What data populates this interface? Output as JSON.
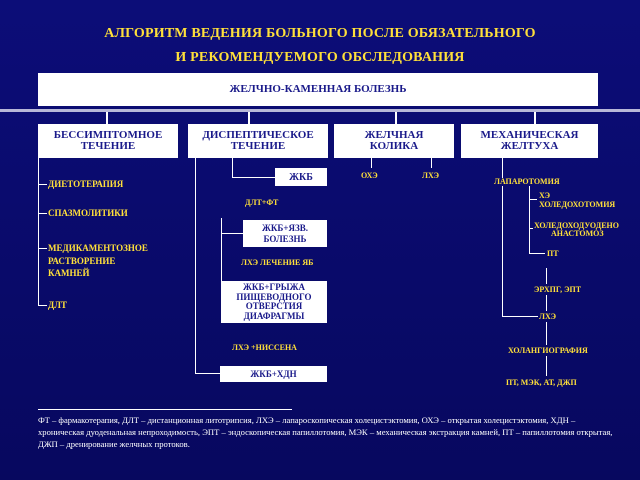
{
  "title": {
    "line1": "АЛГОРИТМ ВЕДЕНИЯ БОЛЬНОГО ПОСЛЕ ОБЯЗАТЕЛЬНОГО",
    "line2": "И РЕКОМЕНДУЕМОГО ОБСЛЕДОВАНИЯ"
  },
  "root": "ЖЕЛЧНО-КАМЕННАЯ БОЛЕЗНЬ",
  "categories": {
    "asymptomatic": {
      "line1": "БЕССИМПТОМНОЕ",
      "line2": "ТЕЧЕНИЕ"
    },
    "dyspeptic": {
      "line1": "ДИСПЕПТИЧЕСКОЕ",
      "line2": "ТЕЧЕНИЕ"
    },
    "colic": {
      "line1": "ЖЕЛЧНАЯ",
      "line2": "КОЛИКА"
    },
    "jaundice": {
      "line1": "МЕХАНИЧЕСКАЯ",
      "line2": "ЖЕЛТУХА"
    }
  },
  "asymptomatic_items": {
    "diet": "ДИЕТОТЕРАПИЯ",
    "spasmo": "СПАЗМОЛИТИКИ",
    "medic_1": "МЕДИКАМЕНТОЗНОЕ",
    "medic_2": "РАСТВОРЕНИЕ",
    "medic_3": "КАМНЕЙ",
    "dlt": "ДЛТ"
  },
  "dyspeptic_items": {
    "zhkb": "ЖКБ",
    "dlt_ft": "ДЛТ+ФТ",
    "ulcer_1": "ЖКБ+ЯЗВ.",
    "ulcer_2": "БОЛЕЗНЬ",
    "lche": "ЛХЭ ЛЕЧЕНИЕ ЯБ",
    "hernia_1": "ЖКБ+ГРЫЖА",
    "hernia_2": "ПИЩЕВОДНОГО",
    "hernia_3": "ОТВЕРСТИЯ",
    "hernia_4": "ДИАФРАГМЫ",
    "lche_nissen": "ЛХЭ +НИССЕНА",
    "hdn": "ЖКБ+ХДН"
  },
  "colic_items": {
    "ohe": "ОХЭ",
    "lhe": "ЛХЭ"
  },
  "jaundice_items": {
    "laparotomy": "ЛАПАРОТОМИЯ",
    "che_1": "ХЭ",
    "che_2": "ХОЛЕДОХОТОМИЯ",
    "cda_1": "ХОЛЕДОХОДУОДЕНО",
    "cda_2": "АНАСТОМОЗ",
    "pt": "ПТ",
    "erhpg": "ЭРХПГ, ЭПТ",
    "lhe": "ЛХЭ",
    "cholangio": "ХОЛАНГИОГРАФИЯ",
    "final": "ПТ, МЭК, АТ, ДЖП"
  },
  "footnote": "ФТ – фармакотерапия, ДЛТ – дистанционная литотрипсия, ЛХЭ – лапароскопическая холецистэктомия, ОХЭ – открытая холецистэктомия, ХДН – хроническая дуоденальная непроходимость, ЭПТ – эндоскопическая папиллотомия, МЭК – механическая экстракция камней, ПТ – папиллотомия открытая, ДЖП – дренирование желчных протоков.",
  "colors": {
    "background": "#0a0b6e",
    "accent": "#ffe03a",
    "box": "#ffffff",
    "box_text": "#1a1a8a"
  }
}
